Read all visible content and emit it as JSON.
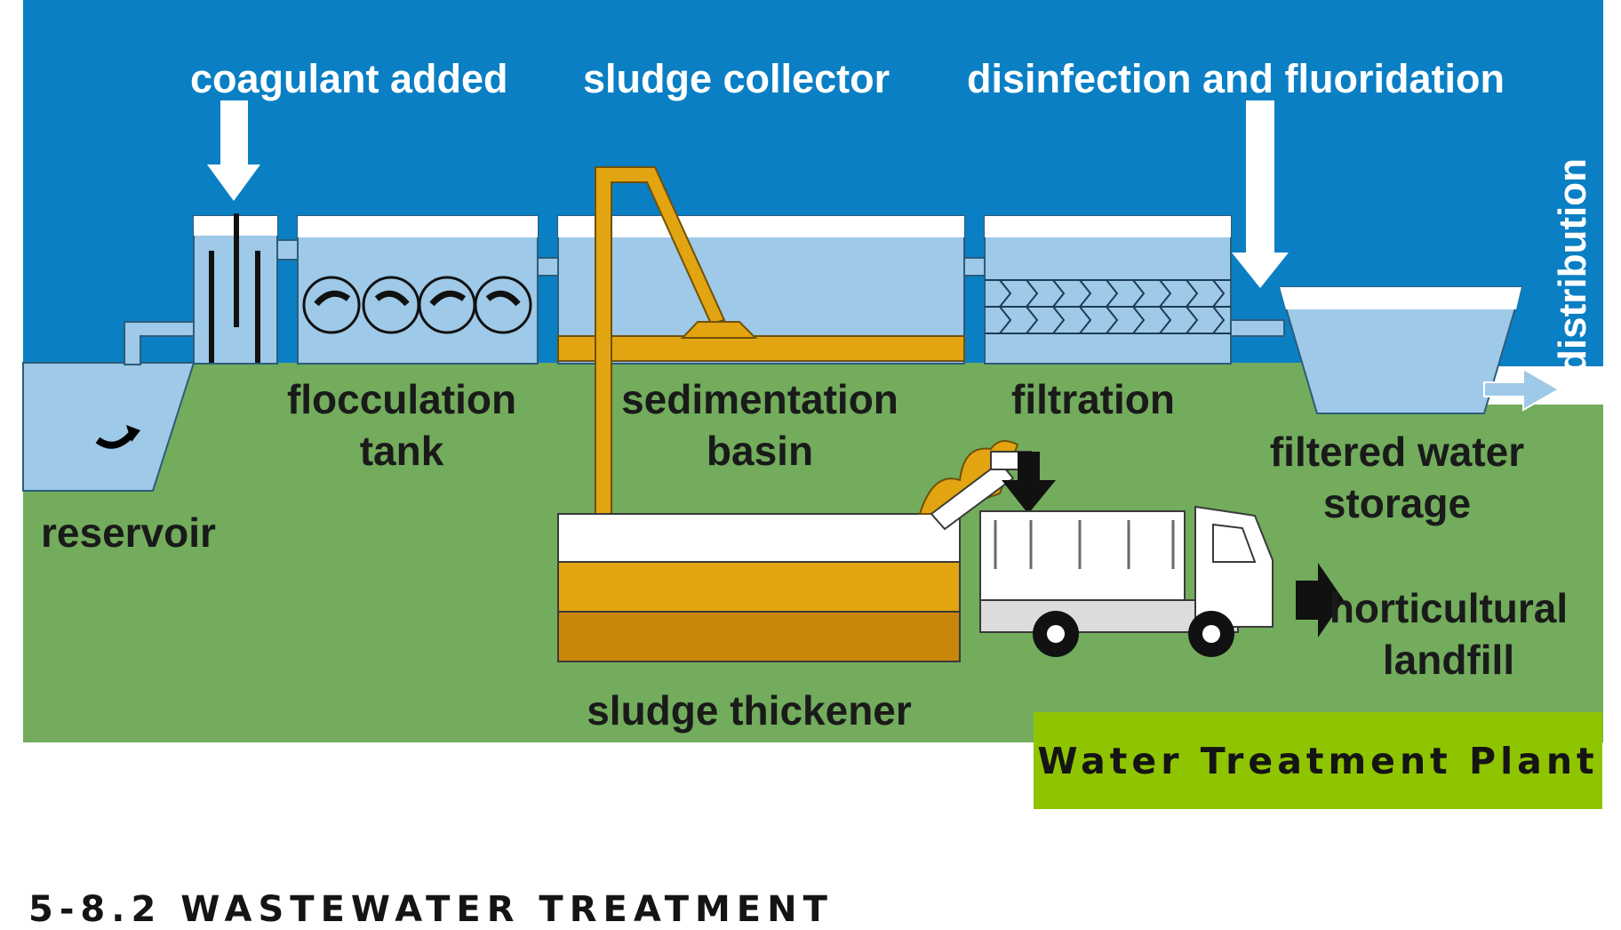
{
  "diagram": {
    "labels": {
      "coagulant": "coagulant added",
      "sludge_collector": "sludge collector",
      "disinfection": "disinfection and fluoridation",
      "distribution": "distribution",
      "flocculation_line1": "flocculation",
      "flocculation_line2": "tank",
      "sedimentation_line1": "sedimentation",
      "sedimentation_line2": "basin",
      "filtration": "filtration",
      "filtered_line1": "filtered water",
      "filtered_line2": "storage",
      "reservoir": "reservoir",
      "horticultural_line1": "horticultural",
      "horticultural_line2": "landfill",
      "sludge_thickener": "sludge thickener"
    },
    "colors": {
      "sky": "#0a7fc4",
      "ground": "#72ac5c",
      "water": "#9ec9e8",
      "sludge": "#e3a412",
      "sludge_dark": "#c9870a"
    }
  },
  "caption": "Water Treatment Plant",
  "section_heading": "5-8.2  WASTEWATER TREATMENT"
}
